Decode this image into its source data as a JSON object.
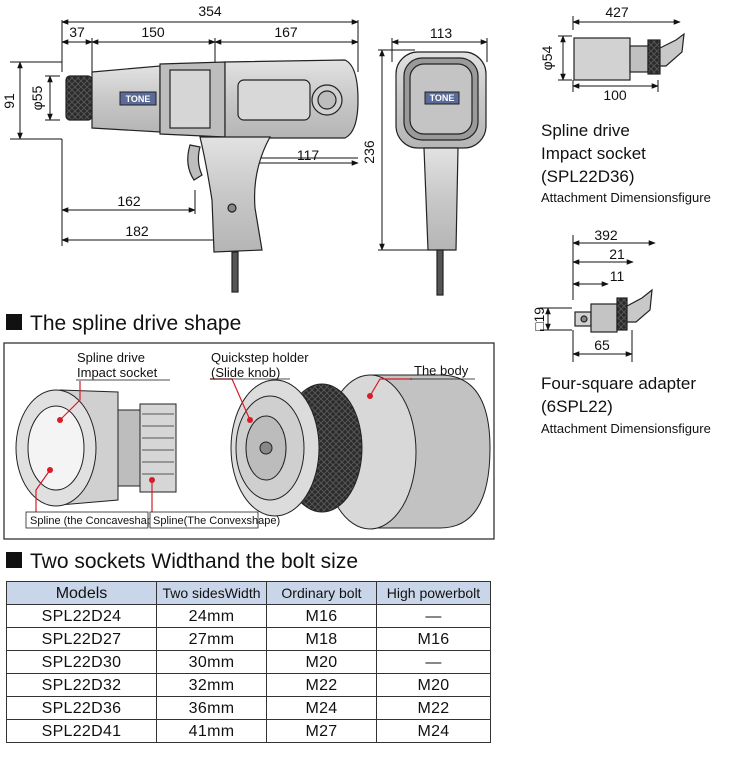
{
  "main_drawing": {
    "dims": {
      "overall_length": "354",
      "front_length": "37",
      "mid_length": "150",
      "rear_length": "167",
      "height_front": "91",
      "anvil_dia": "φ55",
      "handle_offset": "117",
      "handle_to_front_1": "162",
      "handle_to_front_2": "182",
      "width": "113",
      "overall_height": "236"
    },
    "brand": "TONE"
  },
  "spline_socket": {
    "dims": {
      "total": "427",
      "dia": "φ54",
      "length": "100"
    },
    "caption": [
      "Spline drive",
      "Impact socket",
      "(SPL22D36)"
    ],
    "subcaption": "Attachment Dimensionsfigure"
  },
  "square_adapter": {
    "dims": {
      "total": "392",
      "d21": "21",
      "d11": "11",
      "square": "□19",
      "length": "65"
    },
    "caption": [
      "Four-square adapter",
      "(6SPL22)"
    ],
    "subcaption": "Attachment Dimensionsfigure"
  },
  "spline_section": {
    "title": "The spline drive shape",
    "labels": {
      "socket": [
        "Spline drive",
        "Impact socket"
      ],
      "holder": [
        "Quickstep holder",
        "(Slide knob)"
      ],
      "body": "The body",
      "concave": "Spline (the Concaveshape)",
      "convex": "Spline(The Convexshape)"
    }
  },
  "table_section": {
    "title": "Two sockets Widthand the bolt size",
    "headers": [
      "Models",
      "Two sidesWidth",
      "Ordinary bolt",
      "High powerbolt"
    ],
    "rows": [
      [
        "SPL22D24",
        "24mm",
        "M16",
        "—"
      ],
      [
        "SPL22D27",
        "27mm",
        "M18",
        "M16"
      ],
      [
        "SPL22D30",
        "30mm",
        "M20",
        "—"
      ],
      [
        "SPL22D32",
        "32mm",
        "M22",
        "M20"
      ],
      [
        "SPL22D36",
        "36mm",
        "M24",
        "M22"
      ],
      [
        "SPL22D41",
        "41mm",
        "M27",
        "M24"
      ]
    ]
  },
  "colors": {
    "body_gray": "#c8c8c8",
    "table_header": "#c9d5e8",
    "callout_red": "#d81c2a"
  }
}
